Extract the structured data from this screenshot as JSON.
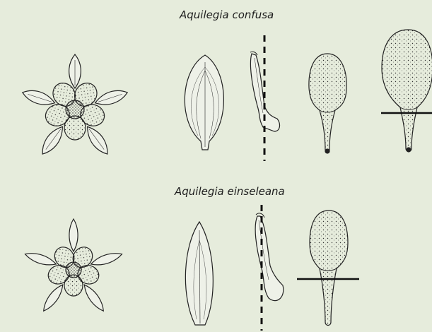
{
  "titles": {
    "species_1": "Aquilegia confusa",
    "species_2": "Aquilegia einseleana"
  },
  "colors": {
    "background": "#e6ecdc",
    "ink": "#1e1e1e"
  },
  "rows": [
    {
      "species": "Aquilegia confusa",
      "parts": [
        "flower-top-view",
        "sepal",
        "spur-side-view",
        "petal-lamina-spur",
        "petal-lamina-spur-marked"
      ]
    },
    {
      "species": "Aquilegia einseleana",
      "parts": [
        "flower-top-view",
        "sepal",
        "spur-side-view",
        "petal-lamina-spur-marked"
      ]
    }
  ]
}
